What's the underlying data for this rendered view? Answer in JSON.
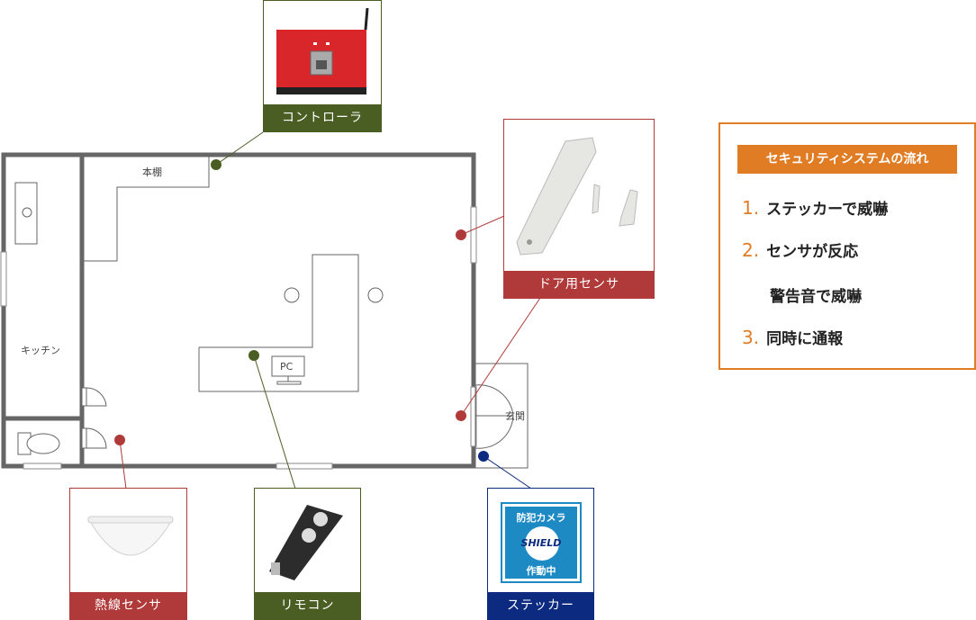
{
  "floorplan": {
    "bookshelf_label": "本棚",
    "kitchen_label": "キッチン",
    "pc_label": "PC",
    "entrance_label": "玄関"
  },
  "devices": {
    "controller": {
      "label": "コントローラ",
      "color": "#4a5e23"
    },
    "door_sensor": {
      "label": "ドア用センサ",
      "color": "#b03a3a"
    },
    "heat_sensor": {
      "label": "熱線センサ",
      "color": "#b03a3a"
    },
    "remote": {
      "label": "リモコン",
      "color": "#4a5e23"
    },
    "sticker": {
      "label": "ステッカー",
      "color": "#0b2a80",
      "sticker_text_top": "防犯カメラ",
      "sticker_text_brand": "SHIELD",
      "sticker_text_bottom": "作動中"
    }
  },
  "flow": {
    "title": "セキュリティシステムの流れ",
    "accent_color": "#e07c24",
    "steps": [
      {
        "num": "1.",
        "text": "ステッカーで威嚇"
      },
      {
        "num": "2.",
        "text": "センサが反応"
      },
      {
        "num": "",
        "text": "警告音で威嚇"
      },
      {
        "num": "3.",
        "text": "同時に通報"
      }
    ]
  }
}
